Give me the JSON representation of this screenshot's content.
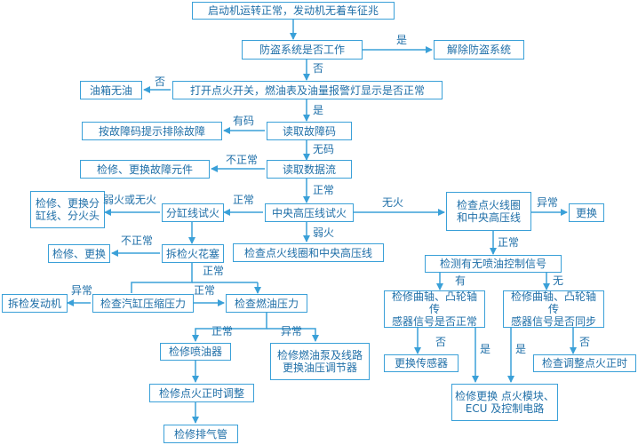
{
  "nodes": {
    "start": "启动机运转正常，发动机无着车征兆",
    "antitheft": "防盗系统是否工作",
    "release_antitheft": "解除防盗系统",
    "check_fuel": "打开点火开关，燃油表及油量报警灯显示是否正常",
    "no_fuel": "油箱无油",
    "read_codes": "读取故障码",
    "fix_by_code": "按故障码提示排除故障",
    "read_stream": "读取数据流",
    "repair_parts": "检修、更换故障元件",
    "ht_test": "中央高压线试火",
    "cyl_test": "分缸线试火",
    "repair_cyl": "检修、更换分\n缸线、分火头",
    "check_coil_wire": "检查点火线圈和中央高压线",
    "check_plug": "拆检火花塞",
    "repair_replace": "检修、更换",
    "compression": "检查汽缸压缩压力",
    "disassemble": "拆检发动机",
    "fuel_pressure": "检查燃油压力",
    "injector": "检修喷油器",
    "pump": "检修燃油泵及线路\n更换油压调节器",
    "ign_timing": "检修点火正时调整",
    "exhaust": "检修排气管",
    "check_coil_main": "检查点火线圈\n和中央高压线",
    "replace": "更换",
    "inj_signal": "检测有无喷油控制信号",
    "sensor_normal": "检修曲轴、凸轮轴传\n感器信号是否正常",
    "sensor_sync": "检修曲轴、凸轮轴传\n感器信号是否同步",
    "replace_sensor": "更换传感器",
    "adjust_timing": "检查调整点火正时",
    "repair_ecu": "检修更换 点火模块、\nECU 及控制电路"
  },
  "edge_labels": {
    "yes": "是",
    "no": "否",
    "has_code": "有码",
    "no_code": "无码",
    "abnormal": "不正常",
    "normal": "正常",
    "weak_or_none": "弱火或无火",
    "no_fire": "无火",
    "weak_fire": "弱火",
    "abnormal2": "异常",
    "yes_has": "有",
    "none": "无"
  },
  "colors": {
    "line": "#3aa0d8",
    "text": "#1f6fa8"
  }
}
